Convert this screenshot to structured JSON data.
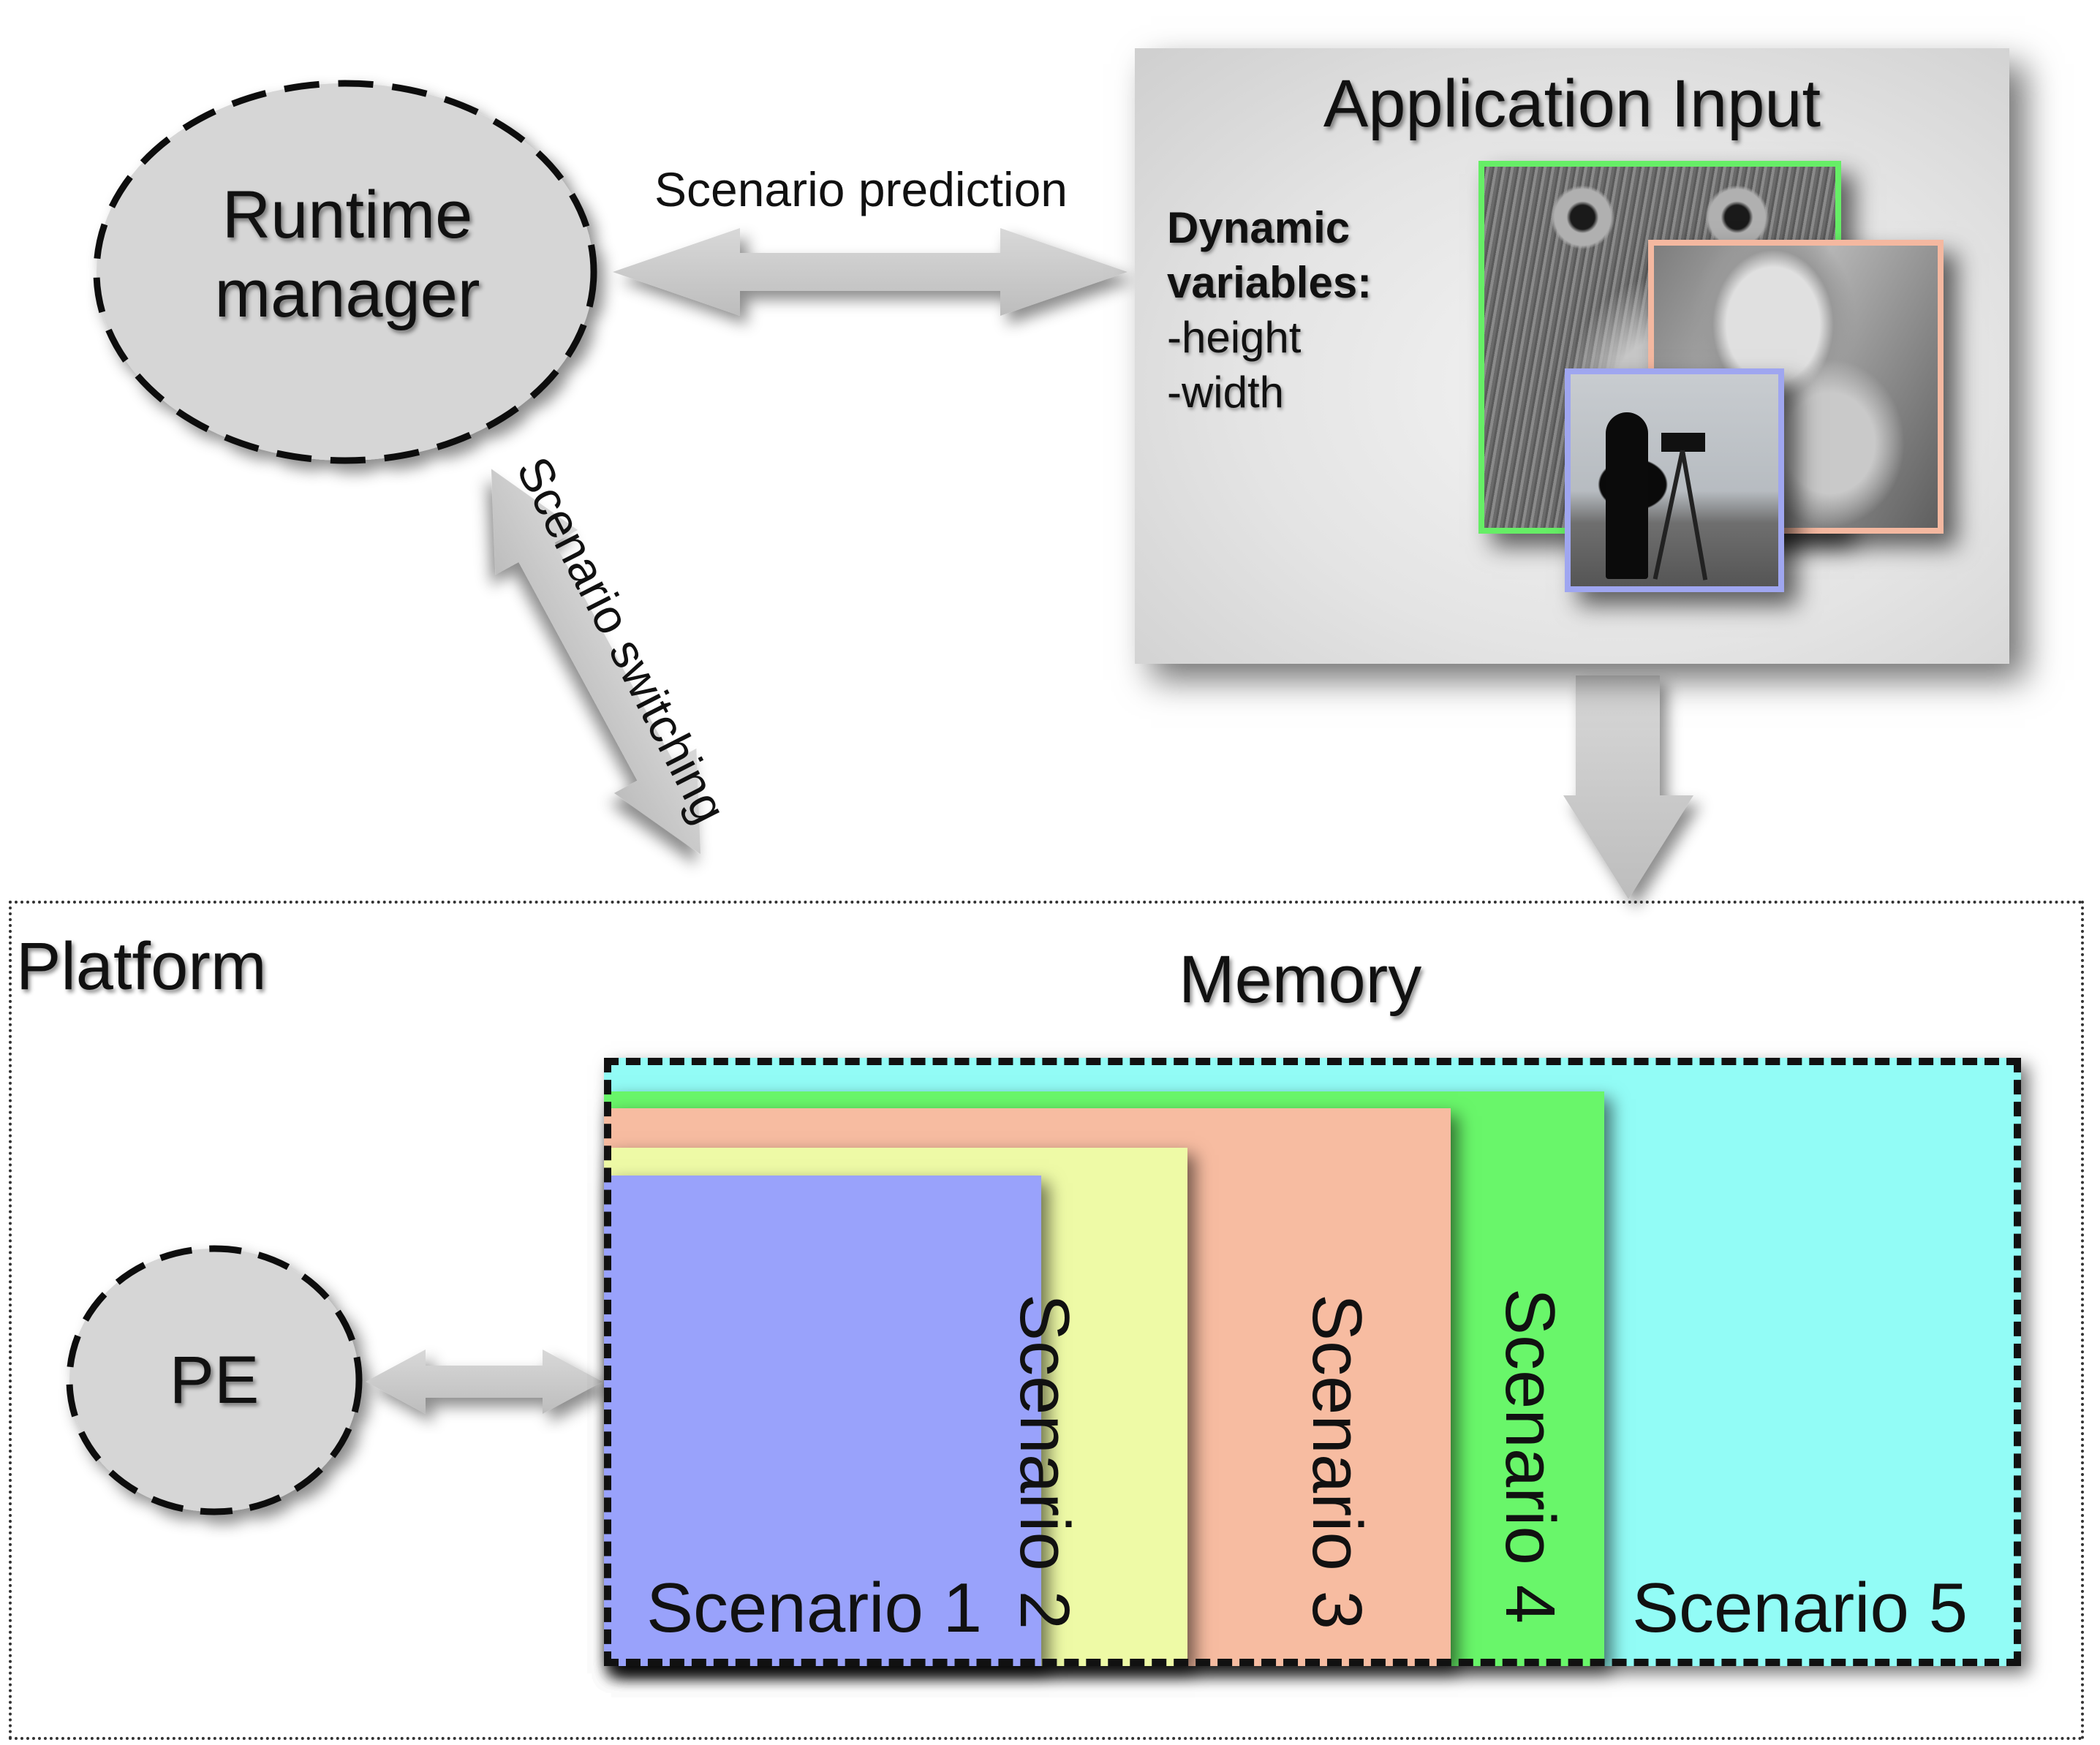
{
  "runtime_manager": {
    "line1": "Runtime",
    "line2": "manager"
  },
  "scenario_prediction": "Scenario prediction",
  "scenario_switching": "Scenario switching",
  "application_input": {
    "title": "Application Input",
    "dynamic_label_1": "Dynamic",
    "dynamic_label_2": "variables:",
    "var_1": "-height",
    "var_2": "-width"
  },
  "platform": {
    "label": "Platform"
  },
  "memory": {
    "label": "Memory"
  },
  "pe": {
    "label": "PE"
  },
  "scenarios": [
    {
      "label": "Scenario 1",
      "color": "#99a2fb"
    },
    {
      "label": "Scenario 2",
      "color": "#eefaa6"
    },
    {
      "label": "Scenario 3",
      "color": "#f7bca1"
    },
    {
      "label": "Scenario 4",
      "color": "#69f66a"
    },
    {
      "label": "Scenario 5",
      "color": "#92fcf6"
    }
  ],
  "colors": {
    "image_frame_1": "#66ee66",
    "image_frame_2": "#f4b8a0",
    "image_frame_3": "#9fa6f0",
    "node_fill": "#d6d6d6",
    "arrow_fill": "#cfcfcf"
  }
}
